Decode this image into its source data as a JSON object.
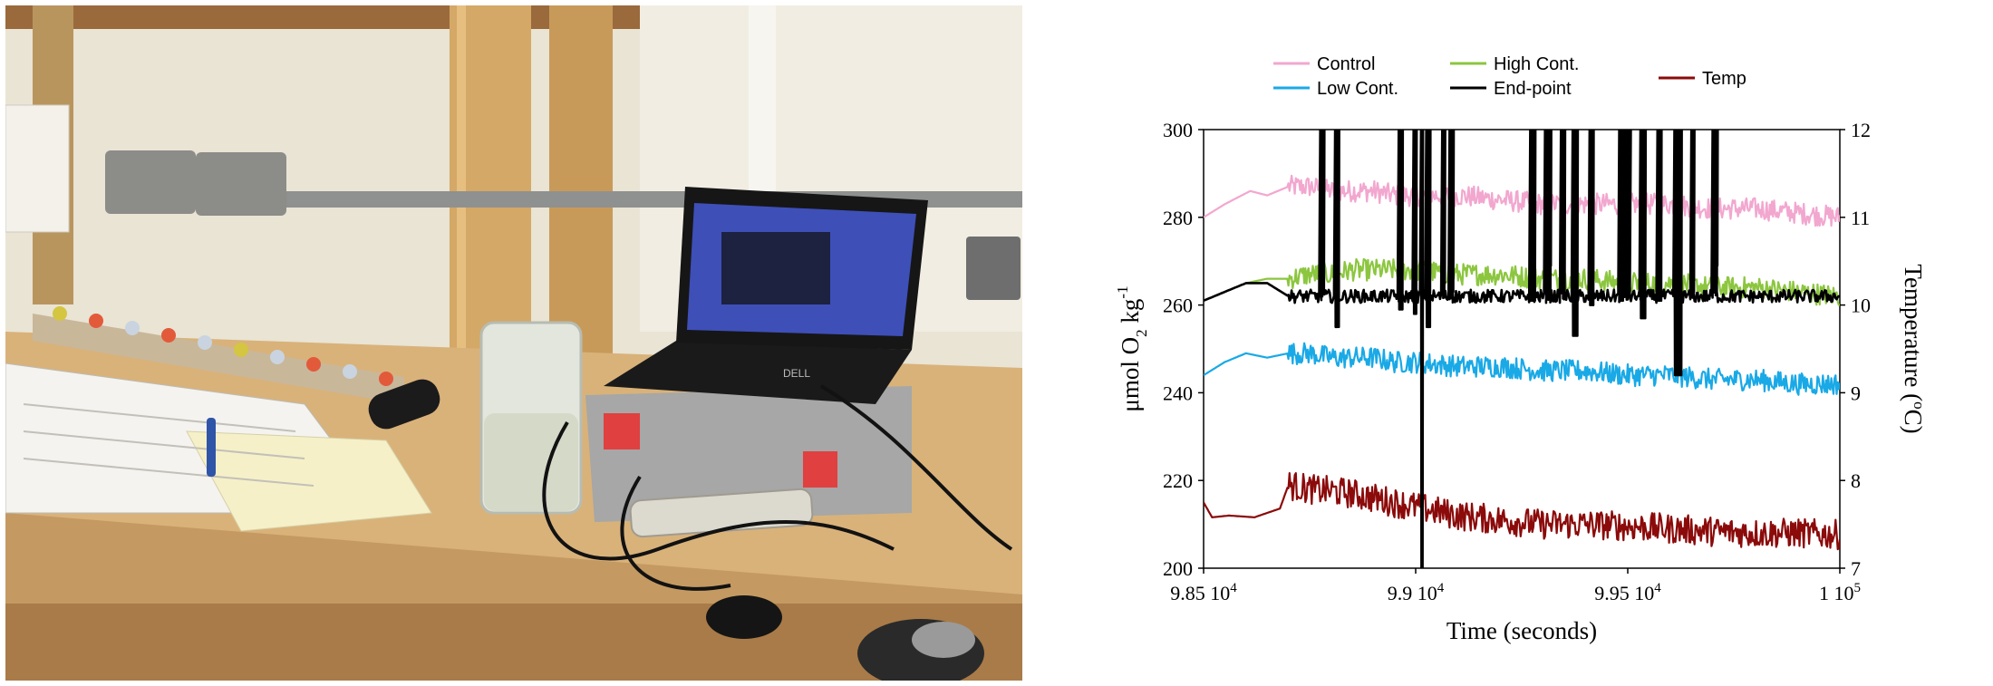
{
  "photo": {
    "description_icons": [
      "laptop-icon",
      "mouse-icon",
      "binder-icon",
      "jar-icon",
      "pen-icon"
    ],
    "laptop_brand": "DELL"
  },
  "chart_data": {
    "type": "line",
    "xlabel": "Time (seconds)",
    "ylabel_left_parts": [
      "μmol O",
      "2",
      " kg",
      "-1"
    ],
    "ylabel_right_parts": [
      "Temperature (",
      "o",
      "C)"
    ],
    "x_ticks": [
      {
        "value": 98500,
        "mant": "9.85 10",
        "exp": "4"
      },
      {
        "value": 99000,
        "mant": "9.9 10",
        "exp": "4"
      },
      {
        "value": 99500,
        "mant": "9.95 10",
        "exp": "4"
      },
      {
        "value": 100000,
        "mant": "1 10",
        "exp": "5"
      }
    ],
    "y_ticks_left": [
      "200",
      "220",
      "240",
      "260",
      "280",
      "300"
    ],
    "y_ticks_right": [
      "7",
      "8",
      "9",
      "10",
      "11",
      "12"
    ],
    "xlim": [
      98500,
      100000
    ],
    "ylim_left": [
      200,
      300
    ],
    "ylim_right": [
      7,
      12
    ],
    "legend": {
      "placement": "top",
      "entries": [
        {
          "name": "Control",
          "color": "#f2a7cf"
        },
        {
          "name": "High Cont.",
          "color": "#8cc63f"
        },
        {
          "name": "Temp",
          "color": "#8b0a0a"
        },
        {
          "name": "Low Cont.",
          "color": "#19a9e6"
        },
        {
          "name": "End-point",
          "color": "#000000"
        }
      ]
    },
    "series": [
      {
        "name": "Control",
        "axis": "left",
        "color": "#f2a7cf",
        "x": [
          98500,
          98550,
          98610,
          98650,
          98700,
          98750,
          98800,
          98850,
          98900,
          98950,
          99000,
          99100,
          99200,
          99300,
          99400,
          99500,
          99600,
          99700,
          99800,
          99900,
          100000
        ],
        "y": [
          280,
          283,
          286,
          285,
          287,
          287,
          286,
          286,
          286,
          285,
          285,
          285,
          284,
          283,
          283,
          283,
          283,
          282,
          282,
          281,
          280
        ],
        "noise": 2.5,
        "noise_start": 98700
      },
      {
        "name": "High Cont.",
        "axis": "left",
        "color": "#8cc63f",
        "x": [
          98500,
          98550,
          98600,
          98650,
          98700,
          98750,
          98800,
          98850,
          98900,
          98950,
          99000,
          99100,
          99200,
          99300,
          99400,
          99500,
          99600,
          99700,
          99800,
          99900,
          100000
        ],
        "y": [
          261,
          263,
          265,
          266,
          266,
          267,
          267,
          268,
          268,
          268,
          268,
          267,
          267,
          266,
          266,
          265,
          265,
          264,
          264,
          263,
          262
        ],
        "noise": 2.5,
        "noise_start": 98700
      },
      {
        "name": "Low Cont.",
        "axis": "left",
        "color": "#19a9e6",
        "x": [
          98500,
          98550,
          98600,
          98650,
          98700,
          98750,
          98800,
          98850,
          98900,
          98950,
          99000,
          99100,
          99200,
          99300,
          99400,
          99500,
          99600,
          99700,
          99800,
          99900,
          100000
        ],
        "y": [
          244,
          247,
          249,
          248,
          249,
          249,
          248,
          248,
          248,
          247,
          247,
          246,
          246,
          245,
          245,
          244,
          244,
          243,
          243,
          242,
          242
        ],
        "noise": 2.5,
        "noise_start": 98700
      },
      {
        "name": "End-point",
        "axis": "left",
        "color": "#000000",
        "x": [
          98500,
          98550,
          98600,
          98650,
          98700,
          98750,
          98800,
          98850,
          98900,
          98950,
          99000,
          99100,
          99200,
          99300,
          99400,
          99500,
          99600,
          99700,
          99800,
          99900,
          100000
        ],
        "y": [
          261,
          263,
          265,
          265,
          262,
          262,
          262,
          262,
          262,
          262,
          262,
          262,
          262,
          262,
          262,
          262,
          262,
          262,
          262,
          262,
          262
        ],
        "noise": 1.5,
        "noise_start": 98700,
        "spikes": [
          {
            "x0": 98775,
            "x1": 98783,
            "low": 263,
            "high": 300
          },
          {
            "x0": 98808,
            "x1": 98818,
            "low": 255,
            "high": 300
          },
          {
            "x0": 98960,
            "x1": 98968,
            "low": 259,
            "high": 300
          },
          {
            "x0": 98995,
            "x1": 99001,
            "low": 258,
            "high": 300
          },
          {
            "x0": 99011,
            "x1": 99017,
            "low": 200,
            "high": 300
          },
          {
            "x0": 99025,
            "x1": 99033,
            "low": 255,
            "high": 300
          },
          {
            "x0": 99062,
            "x1": 99068,
            "low": 265,
            "high": 300
          },
          {
            "x0": 99080,
            "x1": 99088,
            "low": 263,
            "high": 300
          },
          {
            "x0": 99270,
            "x1": 99280,
            "low": 261,
            "high": 300
          },
          {
            "x0": 99305,
            "x1": 99318,
            "low": 269,
            "high": 300
          },
          {
            "x0": 99342,
            "x1": 99350,
            "low": 263,
            "high": 300
          },
          {
            "x0": 99368,
            "x1": 99380,
            "low": 253,
            "high": 300
          },
          {
            "x0": 99410,
            "x1": 99418,
            "low": 260,
            "high": 300
          },
          {
            "x0": 99480,
            "x1": 99488,
            "low": 261,
            "high": 300
          },
          {
            "x0": 99495,
            "x1": 99505,
            "low": 283,
            "high": 300
          },
          {
            "x0": 99530,
            "x1": 99540,
            "low": 257,
            "high": 300
          },
          {
            "x0": 99570,
            "x1": 99578,
            "low": 261,
            "high": 300
          },
          {
            "x0": 99610,
            "x1": 99625,
            "low": 244,
            "high": 300
          },
          {
            "x0": 99648,
            "x1": 99656,
            "low": 263,
            "high": 300
          },
          {
            "x0": 99700,
            "x1": 99710,
            "low": 269,
            "high": 300
          }
        ]
      },
      {
        "name": "Temp",
        "axis": "right",
        "color": "#8b0a0a",
        "x": [
          98500,
          98520,
          98560,
          98620,
          98680,
          98700,
          98750,
          98800,
          98850,
          98900,
          98950,
          99000,
          99100,
          99200,
          99300,
          99400,
          99500,
          99600,
          99700,
          99800,
          99900,
          100000
        ],
        "y": [
          7.75,
          7.58,
          7.6,
          7.58,
          7.68,
          7.95,
          7.9,
          7.88,
          7.85,
          7.8,
          7.75,
          7.7,
          7.6,
          7.55,
          7.5,
          7.5,
          7.48,
          7.45,
          7.42,
          7.4,
          7.4,
          7.38
        ],
        "noise": 0.17,
        "noise_start": 98700
      }
    ]
  }
}
